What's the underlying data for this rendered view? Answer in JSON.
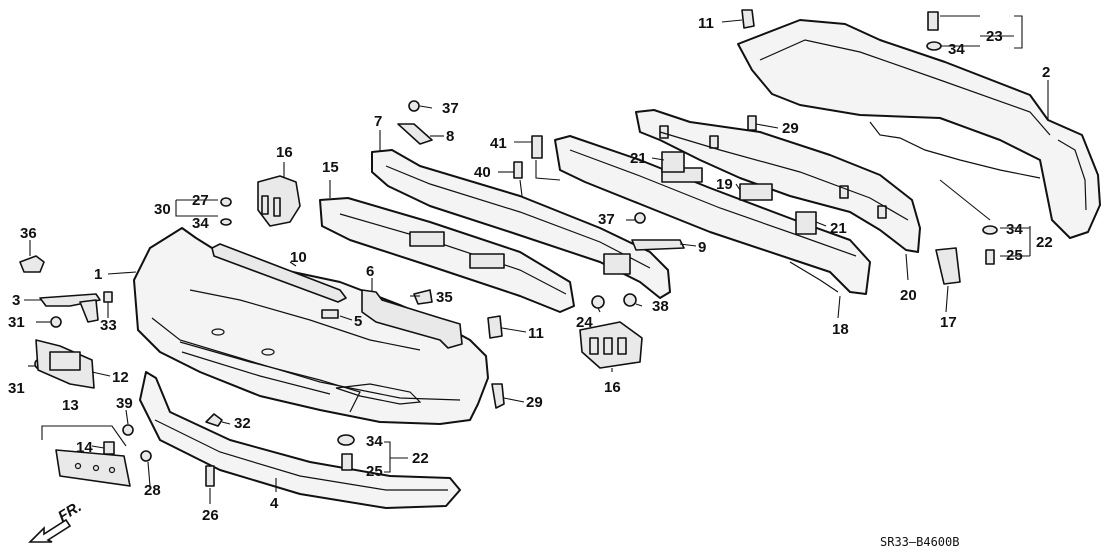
{
  "diagram": {
    "code": "SR33–B4600B",
    "direction": "FR.",
    "callouts": {
      "c1": "1",
      "c2": "2",
      "c3": "3",
      "c4": "4",
      "c5": "5",
      "c6": "6",
      "c7": "7",
      "c8": "8",
      "c9": "9",
      "c10": "10",
      "c11a": "11",
      "c11b": "11",
      "c12": "12",
      "c13": "13",
      "c14": "14",
      "c15": "15",
      "c16a": "16",
      "c16b": "16",
      "c17": "17",
      "c18": "18",
      "c19": "19",
      "c20": "20",
      "c21a": "21",
      "c21b": "21",
      "c22a": "22",
      "c22b": "22",
      "c23": "23",
      "c24": "24",
      "c25a": "25",
      "c25b": "25",
      "c26": "26",
      "c27": "27",
      "c28": "28",
      "c29a": "29",
      "c29b": "29",
      "c30": "30",
      "c31a": "31",
      "c31b": "31",
      "c32": "32",
      "c33": "33",
      "c34a": "34",
      "c34b": "34",
      "c34c": "34",
      "c34d": "34",
      "c35": "35",
      "c36": "36",
      "c37a": "37",
      "c37b": "37",
      "c38": "38",
      "c39": "39",
      "c40": "40",
      "c41": "41"
    }
  }
}
